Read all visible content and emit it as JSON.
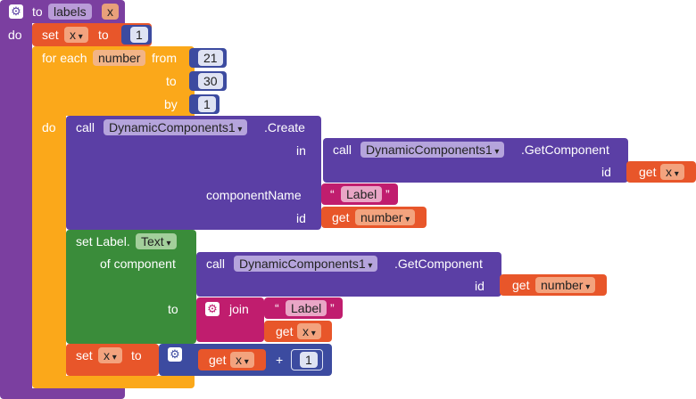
{
  "procedure": {
    "to_kw": "to",
    "name": "labels",
    "param": "x",
    "do_kw": "do"
  },
  "set_x": {
    "set_kw": "set",
    "var": "x",
    "to_kw": "to",
    "value": "1"
  },
  "for_each": {
    "label": "for each",
    "var": "number",
    "from_kw": "from",
    "from": "21",
    "to_kw": "to",
    "to": "30",
    "by_kw": "by",
    "by": "1",
    "do_kw": "do"
  },
  "create": {
    "call_kw": "call",
    "component": "DynamicComponents1",
    "method": ".Create",
    "in_kw": "in",
    "componentName_kw": "componentName",
    "id_kw": "id"
  },
  "get_component_1": {
    "call_kw": "call",
    "component": "DynamicComponents1",
    "method": ".GetComponent",
    "id_kw": "id",
    "get_kw": "get",
    "var": "x"
  },
  "label_string": "Label",
  "get_number_1": {
    "get_kw": "get",
    "var": "number"
  },
  "set_label": {
    "set_kw": "set Label.",
    "prop": "Text",
    "of_component": "of component",
    "to_kw": "to"
  },
  "get_component_2": {
    "call_kw": "call",
    "component": "DynamicComponents1",
    "method": ".GetComponent",
    "id_kw": "id",
    "get_kw": "get",
    "var": "number"
  },
  "join": {
    "join_kw": "join",
    "string": "Label",
    "get_kw": "get",
    "var": "x"
  },
  "set_x_increment": {
    "set_kw": "set",
    "var": "x",
    "to_kw": "to",
    "get_kw": "get",
    "var2": "x",
    "op": "+",
    "value": "1"
  },
  "colors": {
    "procedure": "#7b3fa0",
    "variable": "#e8562a",
    "control": "#fba81a",
    "component": "#5b3fa5",
    "math": "#3c4ba0",
    "text": "#c01d6e",
    "setter": "#3a8c3a"
  }
}
